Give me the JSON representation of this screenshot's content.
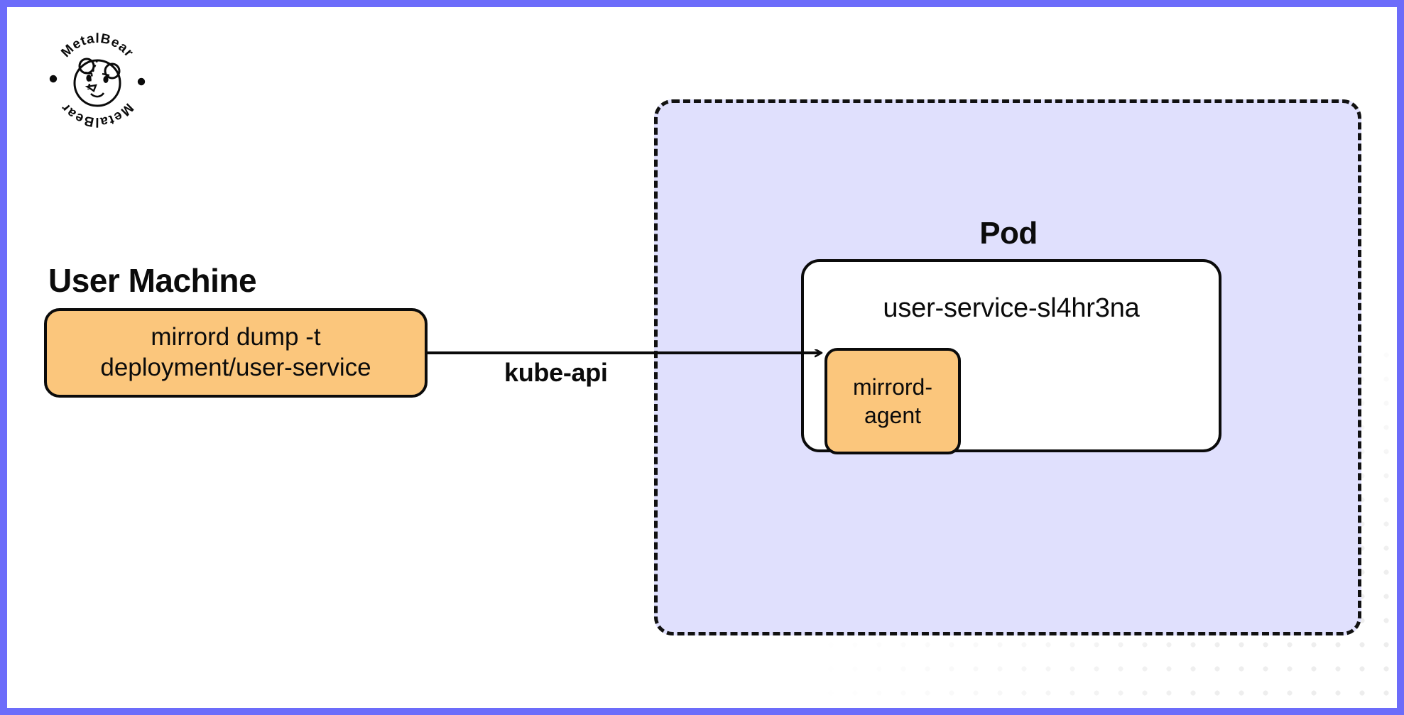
{
  "page": {
    "border_color": "#6c6cfa",
    "background": "#ffffff"
  },
  "logo": {
    "name": "MetalBear",
    "ring_text_top": "MetalBear",
    "ring_text_bottom": "MetalBear"
  },
  "user_machine": {
    "title": "User Machine",
    "command_box": {
      "text": "mirrord dump -t\ndeployment/user-service",
      "line1": "mirrord dump -t",
      "line2": "deployment/user-service",
      "fill": "#fbc67c"
    }
  },
  "connector": {
    "label": "kube-api",
    "direction": "user-machine-to-agent"
  },
  "pod_region": {
    "title": "Pod",
    "fill": "#e0e0fd",
    "border_style": "dashed",
    "pod_box": {
      "name": "user-service-sl4hr3na",
      "fill": "#ffffff"
    },
    "agent_box": {
      "text": "mirrord-\nagent",
      "line1": "mirrord-",
      "line2": "agent",
      "fill": "#fbc67c"
    }
  }
}
